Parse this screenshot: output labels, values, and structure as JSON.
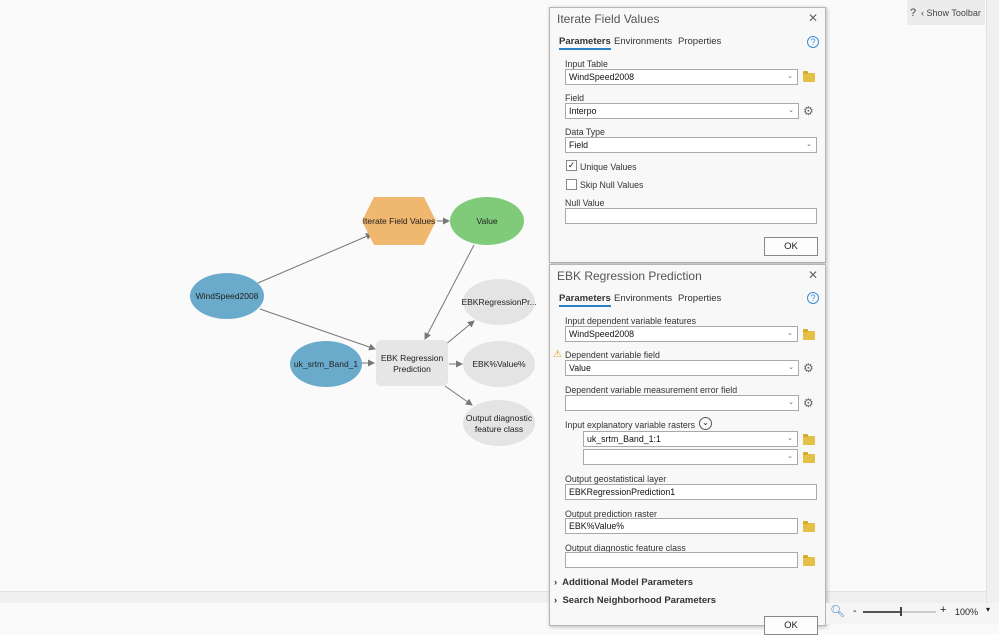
{
  "toolbar": {
    "help": "?",
    "show_toolbar": "Show Toolbar"
  },
  "model": {
    "nodes": {
      "windspeed": "WindSpeed2008",
      "iterate": "Iterate Field Values",
      "value": "Value",
      "uk_srtm": "uk_srtm_Band_1",
      "ebk_line1": "EBK Regression",
      "ebk_line2": "Prediction",
      "out_layer": "EBKRegressionPr...",
      "out_raster": "EBK%Value%",
      "out_diag_line1": "Output diagnostic",
      "out_diag_line2": "feature class"
    },
    "colors": {
      "data_blue": "#6aabcb",
      "tool_orange": "#f0b76e",
      "value_green": "#7fcb79",
      "output_gray": "#e4e4e4",
      "tool_gray": "#e6e6e6"
    }
  },
  "dialog1": {
    "title": "Iterate Field Values",
    "tabs": [
      "Parameters",
      "Environments",
      "Properties"
    ],
    "input_table_label": "Input Table",
    "input_table": "WindSpeed2008",
    "field_label": "Field",
    "field": "Interpo",
    "data_type_label": "Data Type",
    "data_type": "Field",
    "unique_values": "Unique Values",
    "unique_checked": true,
    "skip_null": "Skip Null Values",
    "skip_checked": false,
    "null_value_label": "Null Value",
    "null_value": "",
    "ok": "OK"
  },
  "dialog2": {
    "title": "EBK Regression Prediction",
    "tabs": [
      "Parameters",
      "Environments",
      "Properties"
    ],
    "dep_features_label": "Input dependent variable features",
    "dep_features": "WindSpeed2008",
    "dep_field_label": "Dependent variable field",
    "dep_field": "Value",
    "meas_err_label": "Dependent variable measurement error field",
    "meas_err": "",
    "rasters_label": "Input explanatory variable rasters",
    "rasters": [
      "uk_srtm_Band_1:1",
      ""
    ],
    "geo_layer_label": "Output geostatistical layer",
    "geo_layer": "EBKRegressionPrediction1",
    "pred_raster_label": "Output prediction raster",
    "pred_raster": "EBK%Value%",
    "diag_label": "Output diagnostic feature class",
    "diag": "",
    "additional": "Additional Model Parameters",
    "search": "Search Neighborhood Parameters",
    "ok": "OK"
  },
  "statusbar": {
    "zoom_minus": "-",
    "zoom_plus": "+",
    "zoom": "100%",
    "zoom_level_fraction": 0.5
  }
}
